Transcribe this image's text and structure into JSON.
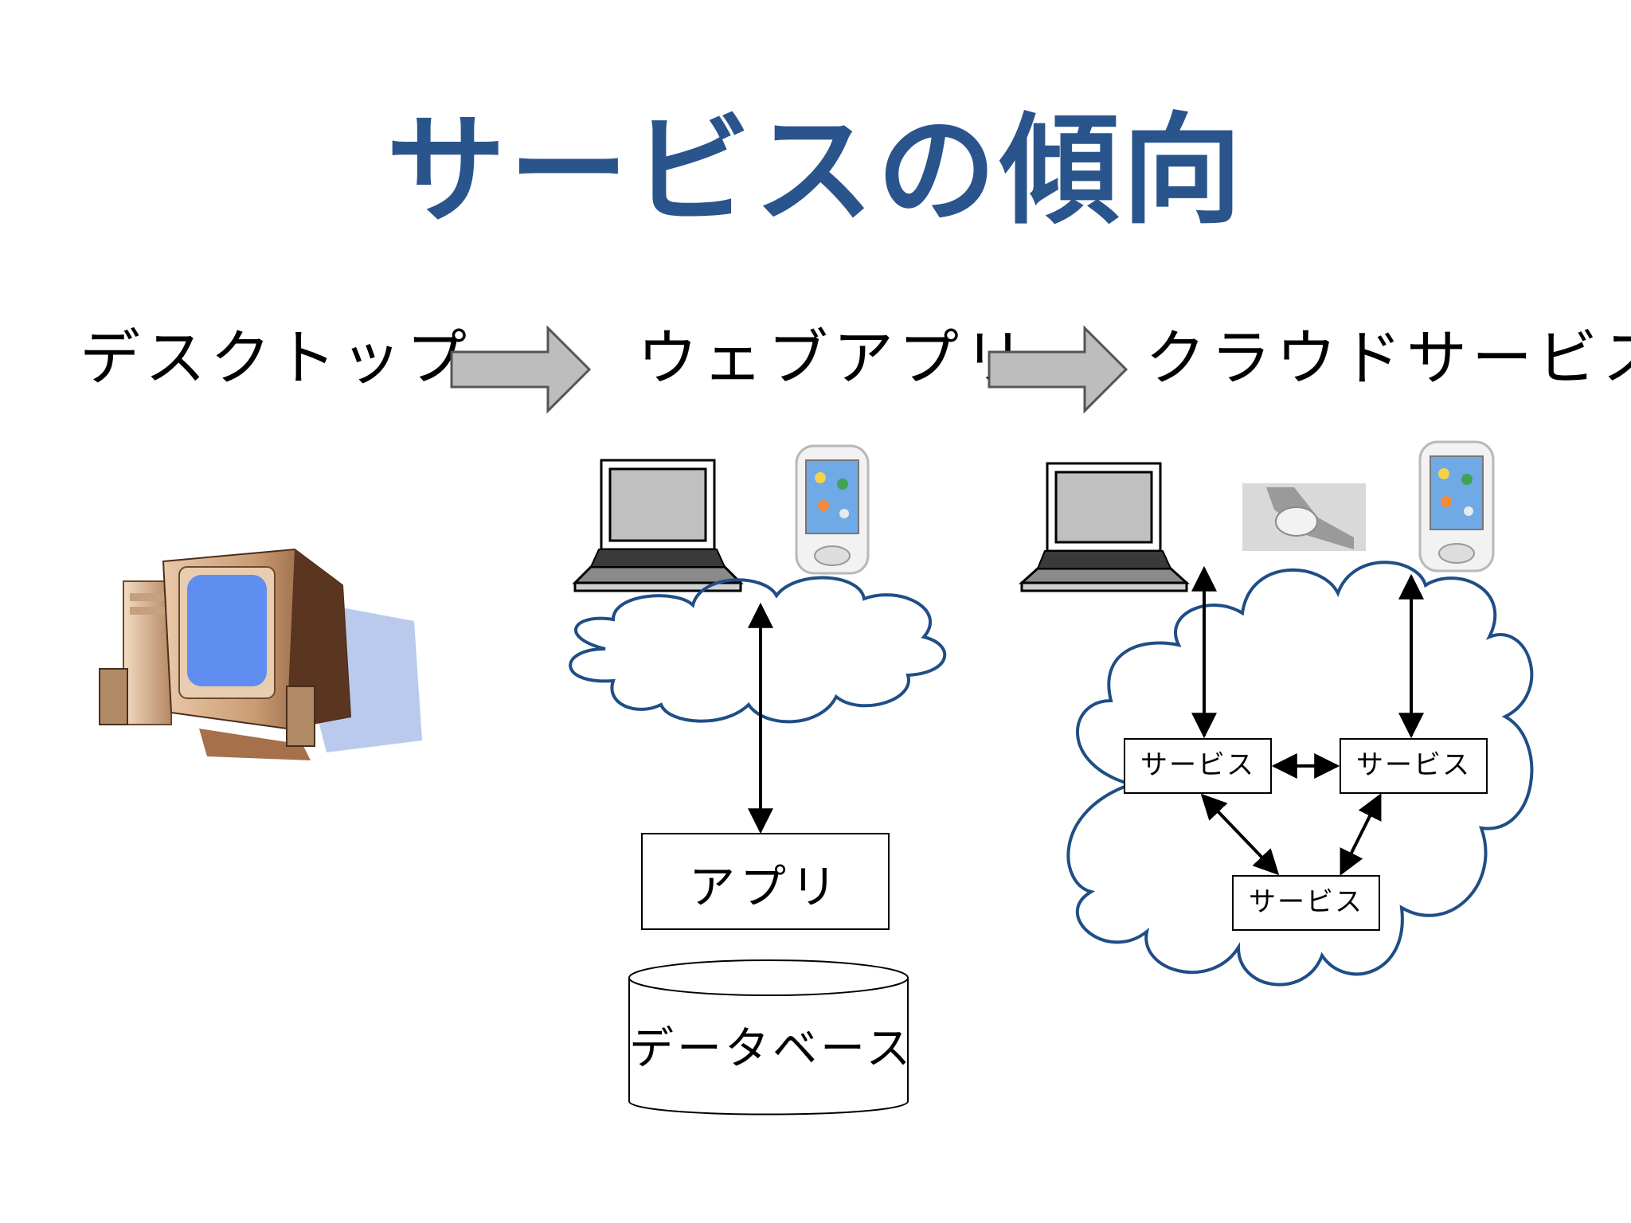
{
  "slide": {
    "title": "サービスの傾向"
  },
  "stages": [
    {
      "label": "デスクトップ"
    },
    {
      "label": "ウェブアプリ"
    },
    {
      "label": "クラウドサービス"
    }
  ],
  "web_app": {
    "app_box": "アプリ",
    "database": "データベース"
  },
  "cloud": {
    "services": [
      "サービス",
      "サービス",
      "サービス"
    ]
  },
  "colors": {
    "title": "#2a548c",
    "cloud_outline": "#1f4e86",
    "arrow_fill": "#bdbdbd",
    "monitor_screen": "#5f8ef0"
  },
  "icons": [
    "desktop-computer-icon",
    "laptop-icon",
    "pda-phone-icon",
    "wearable-device-icon"
  ]
}
